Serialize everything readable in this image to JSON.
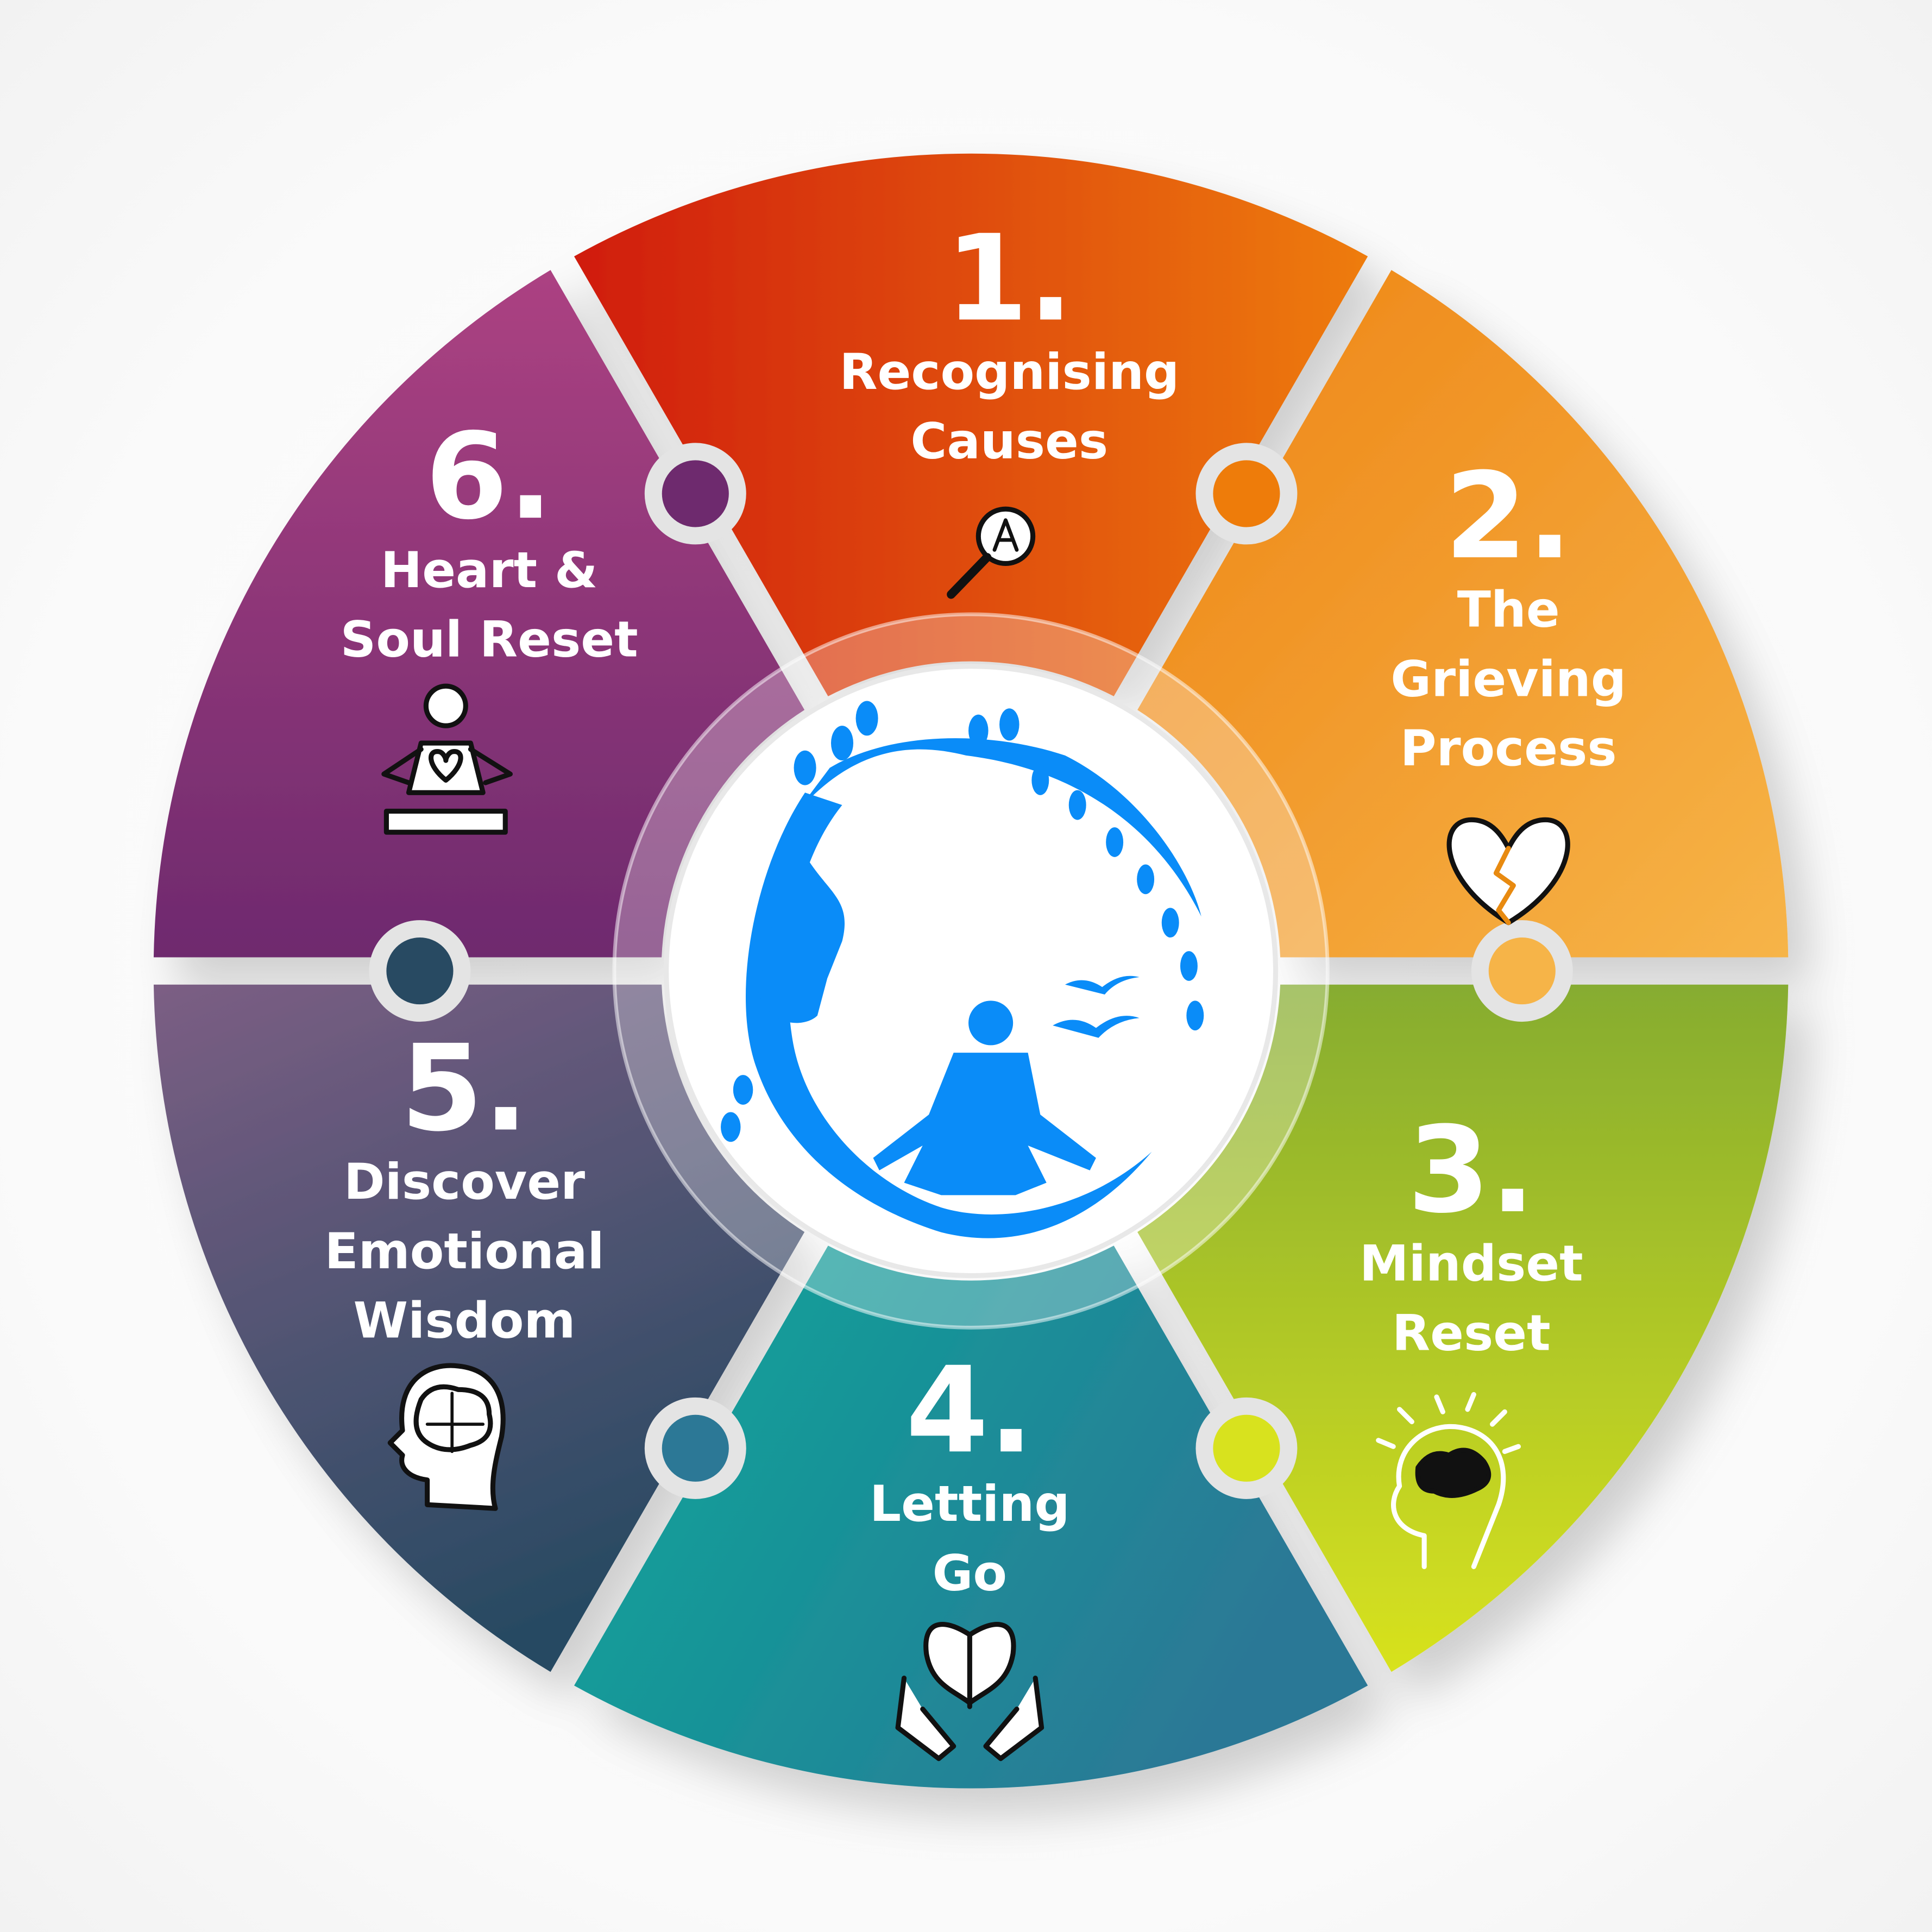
{
  "diagram": {
    "type": "circular-puzzle-cycle",
    "center_logo": "meditation-tree-logo",
    "colors": {
      "logo": "#0a8cf8",
      "gap": "#e4e4e4",
      "center": "#ffffff"
    },
    "steps": [
      {
        "number": "1.",
        "lines": [
          "Recognising",
          "Causes"
        ],
        "icon": "magnifier-icon",
        "color_from": "#d01c0c",
        "color_to": "#ee7c0a"
      },
      {
        "number": "2.",
        "lines": [
          "The",
          "Grieving",
          "Process"
        ],
        "icon": "broken-heart-icon",
        "color_from": "#ee8414",
        "color_to": "#f6b448"
      },
      {
        "number": "3.",
        "lines": [
          "Mindset",
          "Reset"
        ],
        "icon": "brain-idea-icon",
        "color_from": "#86ac30",
        "color_to": "#d8e21e"
      },
      {
        "number": "4.",
        "lines": [
          "Letting",
          "Go"
        ],
        "icon": "butterfly-hands-icon",
        "color_from": "#08a89a",
        "color_to": "#2c7896"
      },
      {
        "number": "5.",
        "lines": [
          "Discover",
          "Emotional",
          "Wisdom"
        ],
        "icon": "head-brain-icon",
        "color_from": "#7c5e84",
        "color_to": "#284a62"
      },
      {
        "number": "6.",
        "lines": [
          "Heart &",
          "Soul Reset"
        ],
        "icon": "meditating-heart-icon",
        "color_from": "#ac4282",
        "color_to": "#6e2a6e"
      }
    ]
  }
}
